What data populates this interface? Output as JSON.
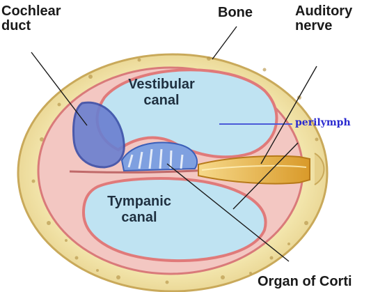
{
  "labels": {
    "cochlear_duct_line1": "Cochlear",
    "cochlear_duct_line2": "duct",
    "bone": "Bone",
    "auditory_nerve_line1": "Auditory",
    "auditory_nerve_line2": "nerve",
    "vestibular_line1": "Vestibular",
    "vestibular_line2": "canal",
    "tympanic_line1": "Tympanic",
    "tympanic_line2": "canal",
    "perilymph": "perilymph",
    "organ_of_corti": "Organ of Corti"
  },
  "colors": {
    "bone": "#f2e6a6",
    "bone_edge": "#c9a95a",
    "membrane": "#e88a8a",
    "fluid": "#bfe3f2",
    "duct": "#6a7fd0",
    "nerve": "#e8b84a",
    "perilymph_text": "#2a2ad0"
  }
}
